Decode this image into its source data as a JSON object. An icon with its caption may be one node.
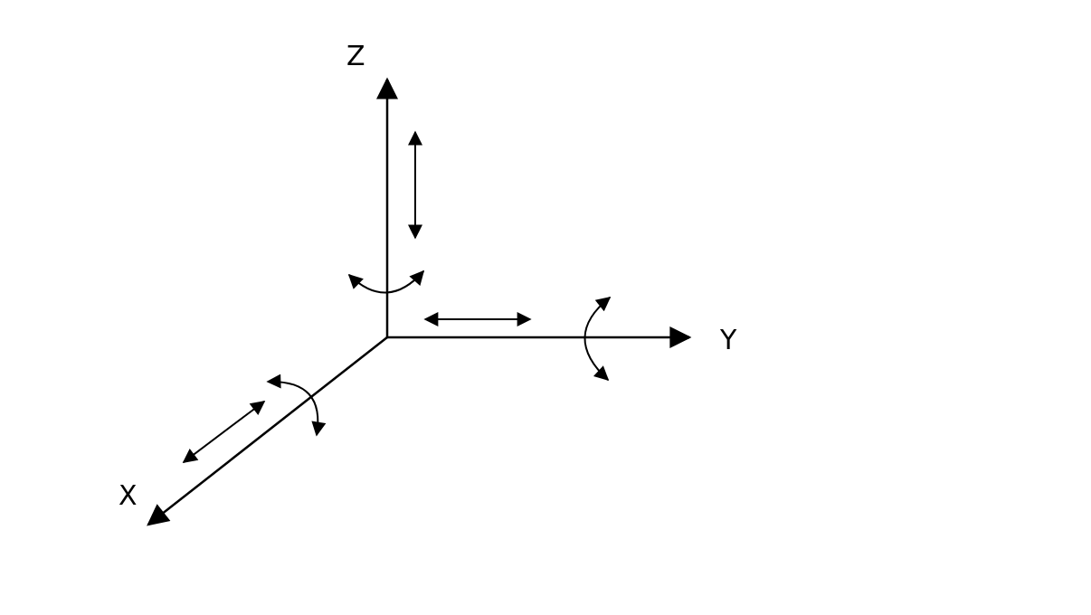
{
  "diagram": {
    "labels": [
      "Z",
      "Y",
      "X"
    ]
  }
}
